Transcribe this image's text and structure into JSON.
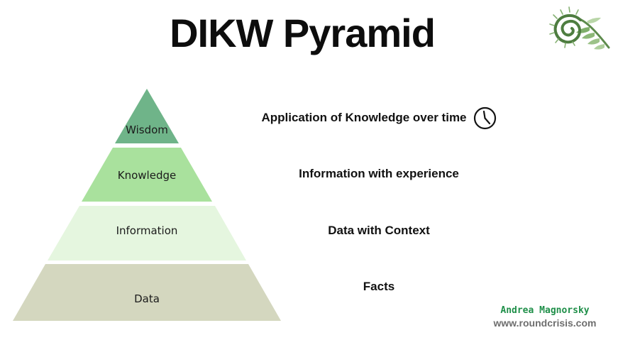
{
  "page": {
    "title": "DIKW Pyramid",
    "background_color": "#ffffff"
  },
  "pyramid": {
    "layers": [
      {
        "label": "Wisdom",
        "color": "#6fb489",
        "description": "Application of Knowledge over time",
        "icon": "clock-icon"
      },
      {
        "label": "Knowledge",
        "color": "#a9e19d",
        "description": "Information with experience",
        "icon": ""
      },
      {
        "label": "Information",
        "color": "#e5f6df",
        "description": "Data with Context",
        "icon": ""
      },
      {
        "label": "Data",
        "color": "#d4d7bf",
        "description": "Facts",
        "icon": ""
      }
    ],
    "label_color": "#1b1b1b"
  },
  "logo": {
    "icon": "fern-fiddlehead-icon",
    "colors": {
      "dark": "#41703a",
      "mid": "#6f9c5c",
      "light": "#a3c492"
    }
  },
  "footer": {
    "author": "Andrea Magnorsky",
    "author_color": "#1f8f49",
    "website": "www.roundcrisis.com",
    "website_color": "#6e6e6e"
  }
}
